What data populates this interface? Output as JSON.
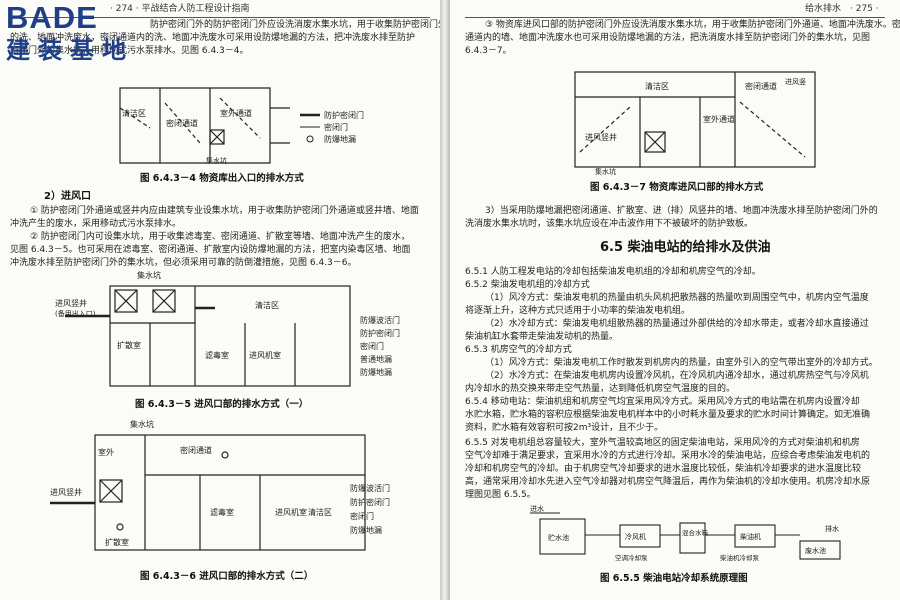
{
  "logo": {
    "brand": "BADE",
    "cn": "建装基地"
  },
  "left": {
    "header": "· 274 ·  平战结合人防工程设计指南",
    "intro": [
      "防护密闭门外的防护密闭门外应设洗消废水集水坑，用于收集防护密闭门外通道",
      "的洗、地面冲洗废水，密闭通道内的洗、地面冲洗废水可采用设防爆地漏的方法，把冲洗废水排至防护",
      "密闭门外的集水坑，用移动式污水泵排水。见图 6.4.3－4。"
    ],
    "fig1": {
      "caption": "图 6.4.3－4   物资库出入口的排水方式",
      "labels": {
        "zone1": "清洁区",
        "zone2": "密闭通道",
        "zone3": "室外通道",
        "pit": "集水坑"
      },
      "legend": [
        "防护密闭门",
        "密闭门",
        "防爆地漏"
      ]
    },
    "sec2_title": "2）进风口",
    "sec2": [
      "① 防护密闭门外通道或竖井内应由建筑专业设集水坑，用于收集防护密闭门外通道或竖井墙、地面",
      "冲洗产生的废水，采用移动式污水泵排水。",
      "② 防护密闭门内可设集水坑，用于收集滤毒室、密闭通道、扩散室等墙、地面冲洗产生的废水，",
      "见图 6.4.3－5。也可采用在滤毒室、密闭通道、扩散室内设防爆地漏的方法，把室内染毒区墙、地面",
      "冲洗废水排至防护密闭门外的集水坑，但必须采用可靠的防倒灌措施，见图 6.4.3－6。"
    ],
    "fig2": {
      "caption": "图 6.4.3－5   进风口部的排水方式（一）",
      "labels": {
        "pit": "集水坑",
        "shaft": "进风竖井",
        "shaft2": "(备用出入口)",
        "expansion": "扩散室",
        "filter": "滤毒室",
        "clean": "清洁区",
        "fanroom": "进风机室"
      },
      "legend": [
        "防爆波活门",
        "防护密闭门",
        "密闭门",
        "普通地漏",
        "防爆地漏"
      ]
    },
    "fig3": {
      "caption": "图 6.4.3－6   进风口部的排水方式（二）",
      "labels": {
        "pit": "集水坑",
        "corridor": "密闭通道",
        "outdoor": "室外",
        "shaft": "进风竖井",
        "expansion": "扩散室",
        "filter": "滤毒室",
        "fanroom": "进风机室",
        "clean": "清洁区"
      },
      "legend": [
        "防爆波活门",
        "防护密闭门",
        "密闭门",
        "防爆地漏"
      ]
    }
  },
  "right": {
    "header": "给水排水",
    "page_no": "· 275 ·",
    "p3": [
      "③ 物资库进风口部的防护密闭门外应设洗消废水集水坑，用于收集防护密闭门外通道、地面冲洗废水。密闭",
      "通道内的墙、地面冲洗废水也可采用设防爆地漏的方法，把洗消废水排至防护密闭门外的集水坑，见图",
      "6.4.3－7。"
    ],
    "fig4": {
      "caption": "图 6.4.3－7   物资库进风口部的排水方式",
      "labels": {
        "clean": "清洁区",
        "corridor": "密闭通道",
        "outdoor": "室外通道",
        "shaft": "进风竖井",
        "pit": "集水坑",
        "wall": "进风竖"
      }
    },
    "p4": [
      "3）当采用防爆地漏把密闭通道、扩散室、进（排）风竖井的墙、地面冲洗废水排至防护密闭门外的",
      "洗消废水集水坑时，该集水坑应设在冲击波作用下不被破坏的防护致板。"
    ],
    "section_title": "6.5   柴油电站的给排水及供油",
    "body": [
      {
        "t": "6.5.1   人防工程发电站的冷却包括柴油发电机组的冷却和机房空气的冷却。",
        "b": false
      },
      {
        "t": "6.5.2   柴油发电机组的冷却方式",
        "b": false
      },
      {
        "t": "（1）风冷方式：柴油发电机的热量由机头风机把散热器的热量吹到周围空气中，机房内空气温度",
        "b": false
      },
      {
        "t": "将逐渐上升，这种方式只适用于小功率的柴油发电机组。",
        "b": false
      },
      {
        "t": "（2）水冷却方式：柴油发电机组散热器的热量通过外部供给的冷却水带走，或者冷却水直接通过",
        "b": false
      },
      {
        "t": "柴油机缸水套带走柴油发动机的热量。",
        "b": false
      },
      {
        "t": "6.5.3   机房空气的冷却方式",
        "b": false
      },
      {
        "t": "（1）风冷方式：柴油发电机工作时散发到机房内的热量，由室外引入的空气带出室外的冷却方式。",
        "b": false
      },
      {
        "t": "（2）水冷方式：在柴油发电机房内设置冷风机，在冷风机内通冷却水，通过机房热空气与冷风机",
        "b": false
      },
      {
        "t": "内冷却水的热交换来带走空气热量，达到降低机房空气温度的目的。",
        "b": false
      },
      {
        "t": "6.5.4   移动电站：柴油机组和机房空气均宜采用风冷方式。采用风冷方式的电站需在机房内设置冷却",
        "b": false
      },
      {
        "t": "水贮水箱，贮水箱的容积应根据柴油发电机样本中的小时耗水量及要求的贮水时间计算确定。如无准确",
        "b": false
      },
      {
        "t": "资料，贮水箱有效容积可按2m³设计，且不少于。",
        "b": false
      },
      {
        "t": "6.5.5   对发电机组总容量较大，室外气温较高地区的固定柴油电站，采用风冷的方式对柴油机和机房",
        "b": false
      },
      {
        "t": "空气冷却难于满足要求，宜采用水冷的方式进行冷却。采用水冷的柴油电站，应综合考虑柴油发电机的",
        "b": false
      },
      {
        "t": "冷却和机房空气的冷却。由于机房空气冷却要求的进水温度比较低，柴油机冷却要求的进水温度比较",
        "b": false
      },
      {
        "t": "高，通常采用冷却水先进入空气冷却器对机房空气降温后，再作为柴油机的冷却水使用。机房冷却水原",
        "b": false
      },
      {
        "t": "理图见图 6.5.5。",
        "b": false
      }
    ],
    "fig5": {
      "caption": "图 6.5.5   柴油电站冷却系统原理图",
      "labels": {
        "in": "进水",
        "tank": "贮水池",
        "cooler": "冷风机",
        "pump": "空调冷却泵",
        "mixer": "混合水箱",
        "diesel": "柴油机",
        "dpump": "柴油机冷却泵",
        "drain": "废水池",
        "out": "排水"
      }
    }
  }
}
